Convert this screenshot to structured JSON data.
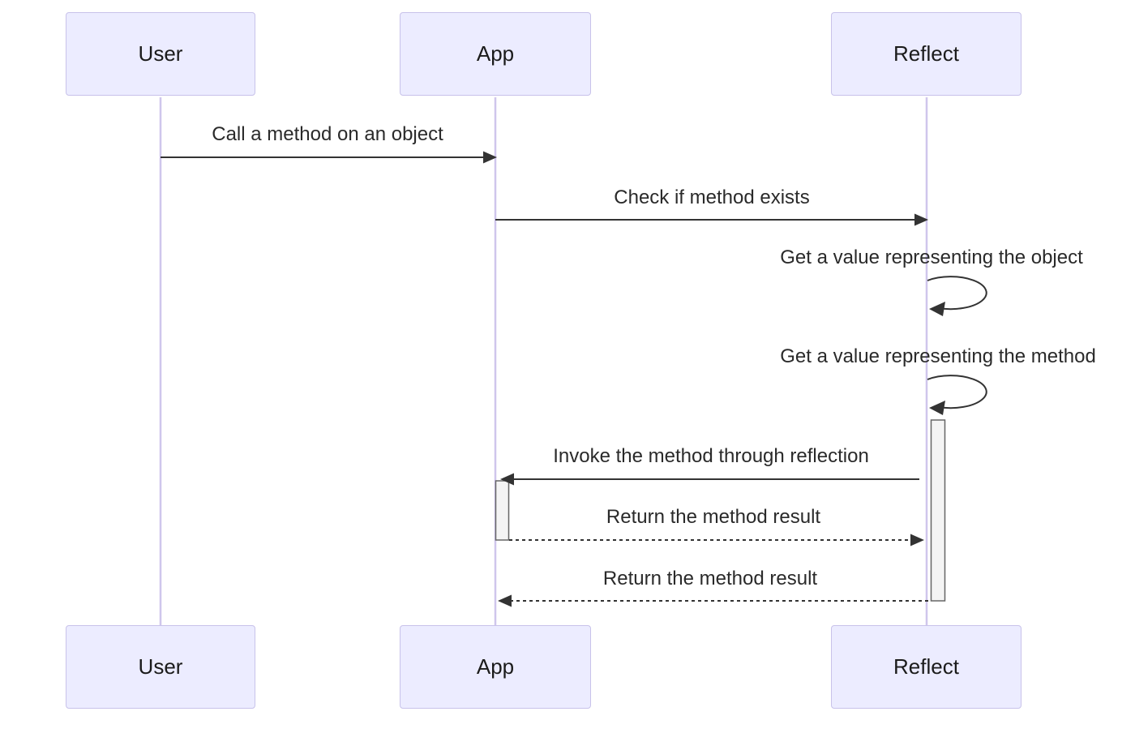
{
  "diagram": {
    "type": "sequence-diagram",
    "participants": [
      {
        "id": "user",
        "label": "User"
      },
      {
        "id": "app",
        "label": "App"
      },
      {
        "id": "reflect",
        "label": "Reflect"
      }
    ],
    "messages": [
      {
        "index": 1,
        "from": "User",
        "to": "App",
        "style": "solid",
        "text": "Call a method on an object"
      },
      {
        "index": 2,
        "from": "App",
        "to": "Reflect",
        "style": "solid",
        "text": "Check if method exists"
      },
      {
        "index": 3,
        "from": "Reflect",
        "to": "Reflect",
        "style": "self-loop",
        "text": "Get a value representing the object"
      },
      {
        "index": 4,
        "from": "Reflect",
        "to": "Reflect",
        "style": "self-loop",
        "text": "Get a value representing the method"
      },
      {
        "index": 5,
        "from": "Reflect",
        "to": "App",
        "style": "solid",
        "text": "Invoke the method through reflection"
      },
      {
        "index": 6,
        "from": "App",
        "to": "Reflect",
        "style": "dashed",
        "text": "Return the method result"
      },
      {
        "index": 7,
        "from": "Reflect",
        "to": "App",
        "style": "dashed",
        "text": "Return the method result"
      }
    ],
    "activations": [
      {
        "participant": "App"
      },
      {
        "participant": "Reflect"
      }
    ],
    "colors": {
      "background": "#ffffff",
      "actor_fill": "#ECECFF",
      "actor_border": "#c8c2ea",
      "lifeline": "#cfc6ec",
      "message_line": "#333333",
      "message_text": "#2a2a2a",
      "activation_fill": "#f4f4f4",
      "activation_border": "#666666"
    }
  }
}
